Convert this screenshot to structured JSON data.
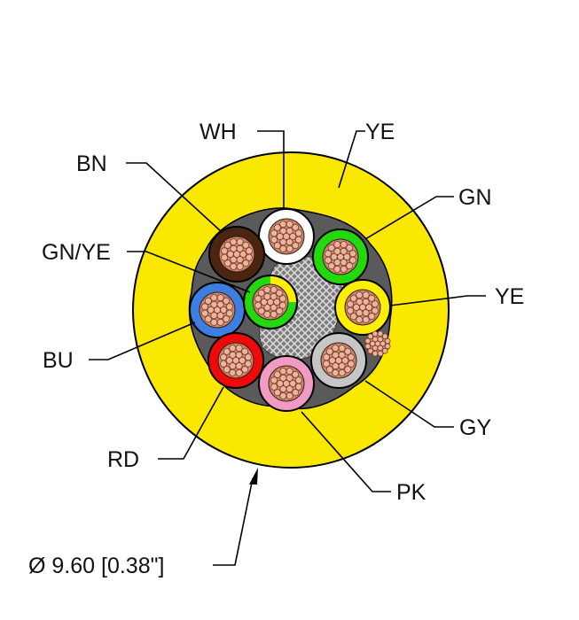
{
  "colors": {
    "jacket": "#fbe800",
    "filler": "#5a5a5a",
    "copper": "#c98a6f",
    "strand": "#eab49d",
    "wh": "#ffffff",
    "bn": "#4a2510",
    "gn": "#22d90e",
    "ye": "#fdef04",
    "bu": "#3c7fe0",
    "rd": "#ee0a0a",
    "pk": "#f19ac3",
    "gy": "#c6c6c6"
  },
  "labels": {
    "wh": "WH",
    "ye_jacket": "YE",
    "bn": "BN",
    "gn": "GN",
    "gnye": "GN/YE",
    "ye": "YE",
    "bu": "BU",
    "gy": "GY",
    "rd": "RD",
    "pk": "PK",
    "diameter": "Ø 9.60 [0.38\"]"
  }
}
